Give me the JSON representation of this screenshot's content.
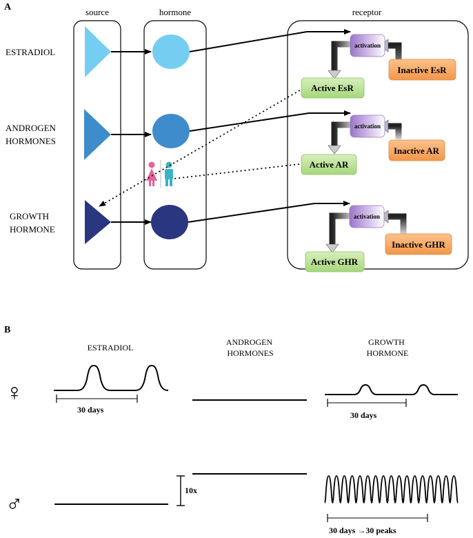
{
  "panel_a": {
    "label": "A",
    "column_headers": {
      "source": "source",
      "hormone": "hormone",
      "receptor": "receptor"
    },
    "rows": [
      {
        "key": "estradiol",
        "label_lines": [
          "ESTRADIOL"
        ],
        "color": "#76cdf2",
        "activation": "activation",
        "inactive": "Inactive EsR",
        "active": "Active EsR"
      },
      {
        "key": "androgen",
        "label_lines": [
          "ANDROGEN",
          "HORMONES"
        ],
        "color": "#3f8ccc",
        "activation": "activation",
        "inactive": "Inactive AR",
        "active": "Active AR"
      },
      {
        "key": "growth",
        "label_lines": [
          "GROWTH",
          "HORMONE"
        ],
        "color": "#2a3780",
        "activation": "activation",
        "inactive": "Inactive GHR",
        "active": "Active GHR"
      }
    ],
    "colors": {
      "inactive_fill": "#f6a55c",
      "active_fill": "#bfe39a",
      "activation_fill": "#b89ad6",
      "female_icon": "#e8609a",
      "male_icon": "#3bb2c6"
    }
  },
  "panel_b": {
    "label": "B",
    "columns": [
      {
        "key": "estradiol",
        "lines": [
          "ESTRADIOL"
        ]
      },
      {
        "key": "androgen",
        "lines": [
          "ANDROGEN",
          "HORMONES"
        ]
      },
      {
        "key": "growth",
        "lines": [
          "GROWTH",
          "HORMONE"
        ]
      }
    ],
    "female_symbol": "♀",
    "male_symbol": "♂",
    "estradiol_period_label": "30 days",
    "growth_female_period_label": "30 days",
    "growth_male_period_label": "30 days →30 peaks",
    "androgen_ratio_label": "10x"
  }
}
